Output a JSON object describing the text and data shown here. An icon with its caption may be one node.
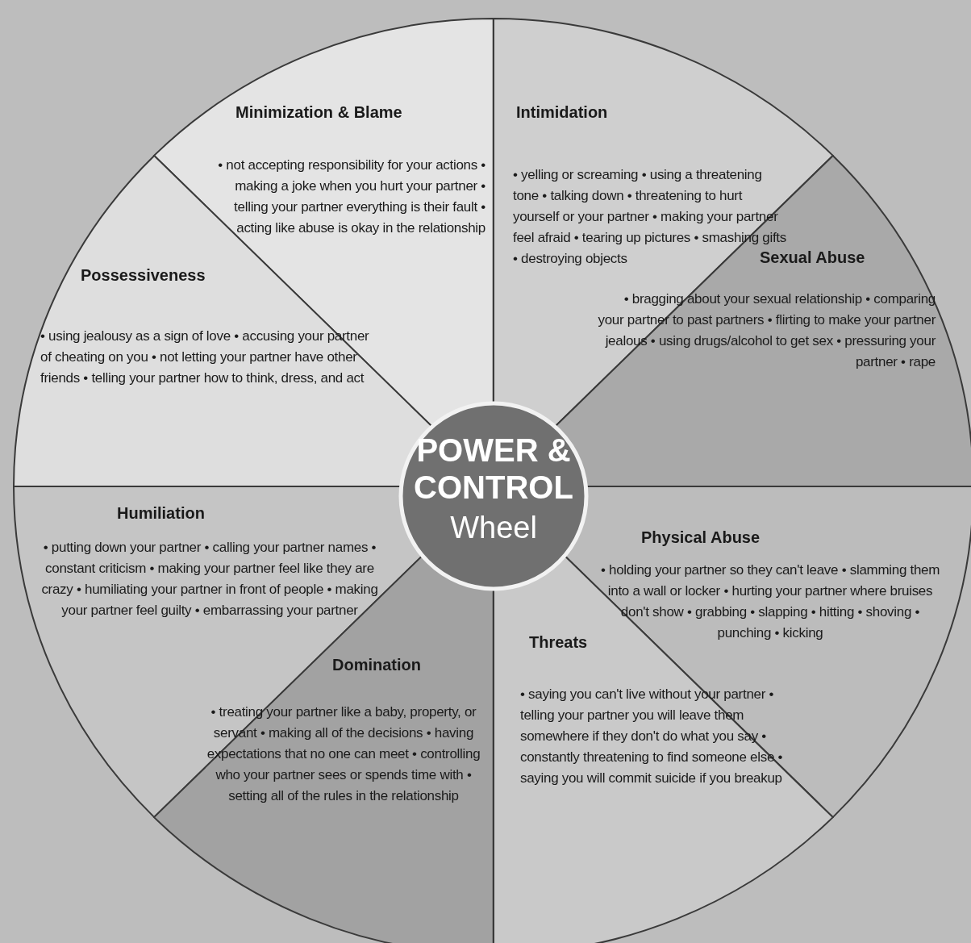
{
  "diagram": {
    "nodes": [
      {
        "text": [
          "Minimization & Blame",
          "• not accepting responsibility for your actions • making a joke when you hurt your partner • telling your partner everything is their fault • acting like abuse is okay in the relationship"
        ]
      },
      {
        "text": [
          "Intimidation",
          "• yelling or screaming • using a threatening tone • talking down • threatening to hurt yourself or your partner • making your partner feel afraid • tearing up pictures • smashing gifts • destroying objects"
        ]
      },
      {
        "text": [
          "Possessiveness",
          "• using jealousy as a sign of love • accusing your partner of cheating on you • not letting your partner have other friends • telling your partner how to think, dress, and act"
        ]
      },
      {
        "text": [
          "Sexual Abuse",
          "• bragging about your sexual relationship • comparing your partner to past partners • flirting to make your partner jealous • using drugs/alcohol to get sex • pressuring your partner • rape"
        ]
      },
      {
        "text": [
          "POWER & CONTROL",
          "Wheel"
        ]
      },
      {
        "text": [
          "Humiliation",
          "• putting down your partner • calling your partner names • constant criticism • making your partner feel like they are crazy • humiliating your partner in front of people • making your partner feel guilty • embarrassing your partner"
        ]
      },
      {
        "text": [
          "Physical Abuse",
          "• holding your partner so they can't leave • slamming them into a wall or locker • hurting your partner where bruises don't show • grabbing • slapping • hitting • shoving • punching • kicking"
        ]
      },
      {
        "text": [
          "Threats",
          "• saying you can't live without your partner • telling your partner you will leave them somewhere if they don't do what you say • constantly threatening to find someone else • saying you will commit suicide if you breakup"
        ]
      },
      {
        "text": [
          "Domination",
          "• treating your partner like a baby, property, or servant • making all of the decisions • having expectations that no one can meet • controlling who your partner sees or spends time with • setting all of the rules in the relationship"
        ]
      }
    ]
  }
}
